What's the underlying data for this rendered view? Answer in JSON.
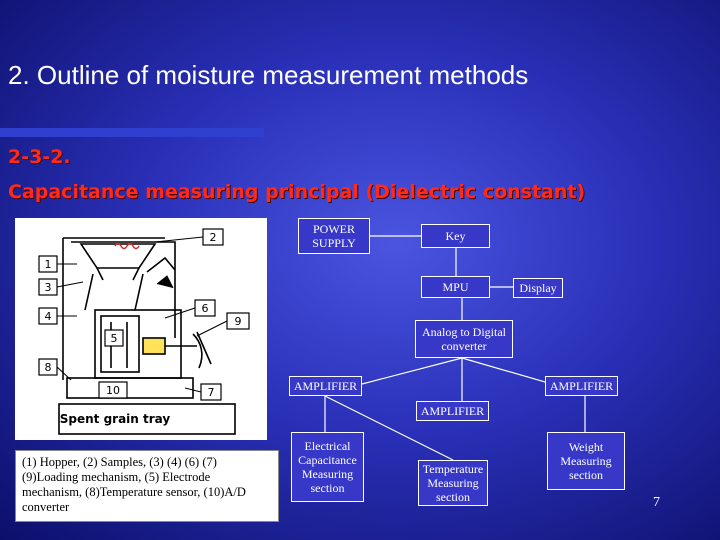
{
  "slide": {
    "title": "2. Outline of moisture measurement methods",
    "subtitle_number": "2-3-2.",
    "subtitle": "Capacitance measuring principal (Dielectric constant)",
    "page_number": "7"
  },
  "apparatus": {
    "numbers": [
      "1",
      "2",
      "3",
      "4",
      "5",
      "6",
      "7",
      "8",
      "9",
      "10"
    ],
    "tray_label": "Spent grain tray",
    "caption": "(1) Hopper, (2) Samples, (3) (4) (6) (7) (9)Loading mechanism, (5) Electrode mechanism, (8)Temperature sensor, (10)A/D converter"
  },
  "blocks": {
    "power_supply": "POWER SUPPLY",
    "key": "Key",
    "mpu": "MPU",
    "display": "Display",
    "adc": "Analog to Digital converter",
    "amp_left": "AMPLIFIER",
    "amp_right": "AMPLIFIER",
    "amp_center": "AMPLIFIER",
    "cap_section": "Electrical Capacitance Measuring section",
    "temp_section": "Temperature Measuring section",
    "weight_section": "Weight Measuring section"
  }
}
